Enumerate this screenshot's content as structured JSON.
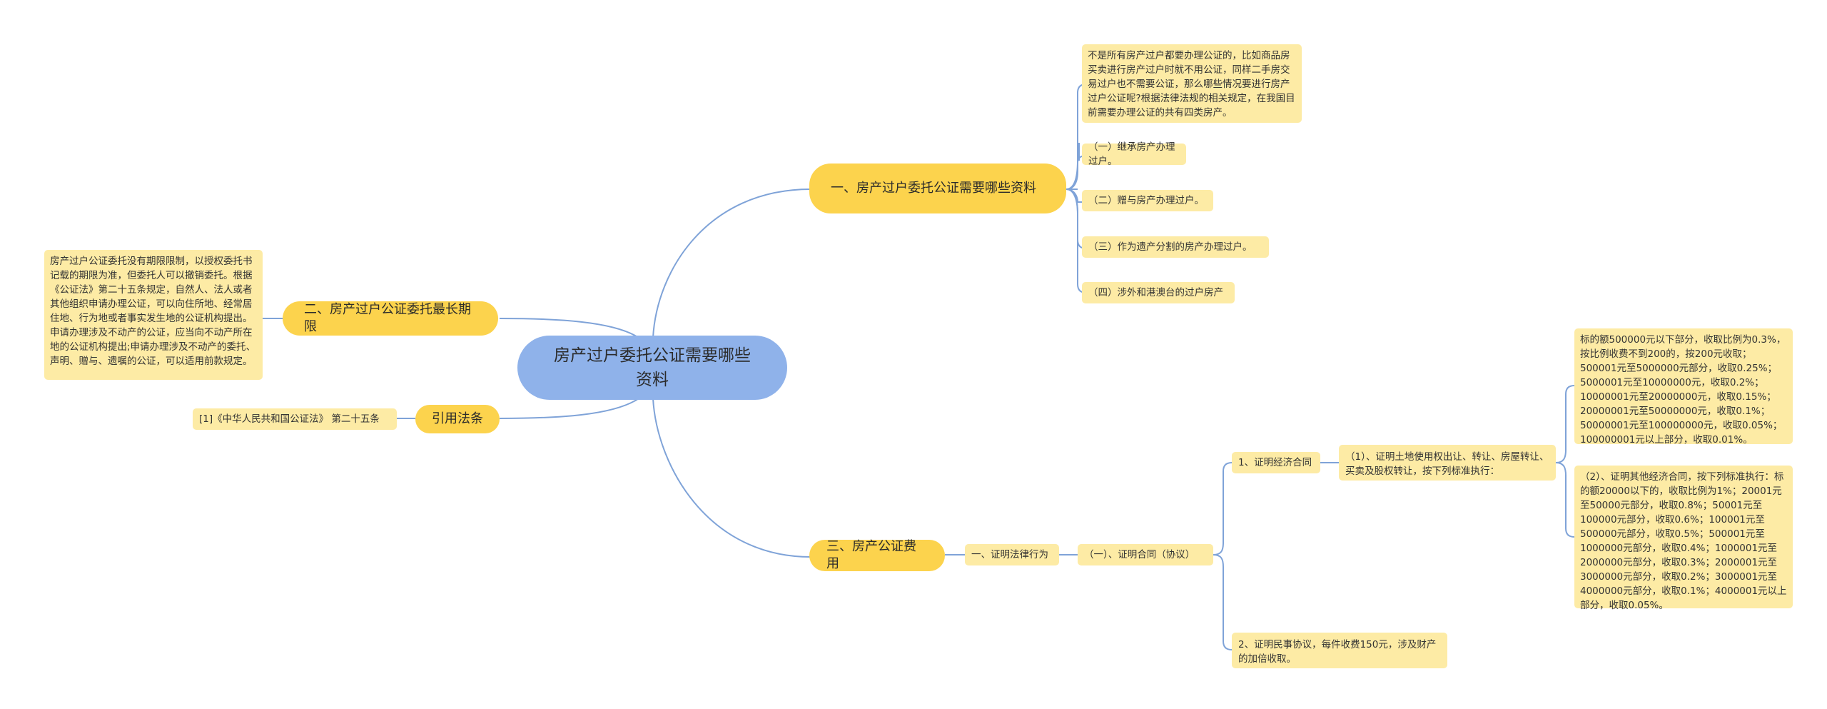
{
  "root": {
    "label": "房产过户委托公证需要哪些资料"
  },
  "branch1": {
    "label": "一、房产过户委托公证需要哪些资料",
    "items": [
      "不是所有房产过户都要办理公证的，比如商品房买卖进行房产过户时就不用公证，同样二手房交易过户也不需要公证，那么哪些情况要进行房产过户公证呢?根据法律法规的相关规定，在我国目前需要办理公证的共有四类房产。",
      "（一）继承房产办理过户。",
      "（二）赠与房产办理过户。",
      "（三）作为遗产分割的房产办理过户。",
      "（四）涉外和港澳台的过户房产"
    ]
  },
  "branch2": {
    "label": "二、房产过户公证委托最长期限",
    "text": "房产过户公证委托没有期限限制，以授权委托书记载的期限为准，但委托人可以撤销委托。根据《公证法》第二十五条规定，自然人、法人或者其他组织申请办理公证，可以向住所地、经常居住地、行为地或者事实发生地的公证机构提出。申请办理涉及不动产的公证，应当向不动产所在地的公证机构提出;申请办理涉及不动产的委托、声明、赠与、遗嘱的公证，可以适用前款规定。"
  },
  "branch3": {
    "label": "引用法条",
    "text": "[1]《中华人民共和国公证法》 第二十五条"
  },
  "branch4": {
    "label": "三、房产公证费用",
    "sub1": "一、证明法律行为",
    "sub2": "（一）、证明合同（协议）",
    "sub3a": "1、证明经济合同",
    "sub3b": "2、证明民事协议，每件收费150元，涉及财产的加倍收取。",
    "sub4": "（1）、证明土地使用权出让、转让、房屋转让、买卖及股权转让，按下列标准执行：",
    "sub5a": "标的额500000元以下部分，收取比例为0.3%，按比例收费不到200的，按200元收取；500001元至5000000元部分，收取0.25%；5000001元至10000000元，收取0.2%；10000001元至20000000元，收取0.15%；20000001元至50000000元，收取0.1%；50000001元至100000000元，收取0.05%；100000001元以上部分，收取0.01%。",
    "sub5b": "（2）、证明其他经济合同，按下列标准执行：标的额20000以下的，收取比例为1%；20001元至50000元部分，收取0.8%；50001元至100000元部分，收取0.6%；100001元至500000元部分，收取0.5%；500001元至1000000元部分，收取0.4%；1000001元至2000000元部分，收取0.3%；2000001元至3000000元部分，收取0.2%；3000001元至4000000元部分，收取0.1%；4000001元以上部分，收取0.05%。"
  },
  "colors": {
    "root": "#8fb2ea",
    "branch": "#fcd34d",
    "leaf": "#fdeba5",
    "edge": "#7fa3d8"
  }
}
